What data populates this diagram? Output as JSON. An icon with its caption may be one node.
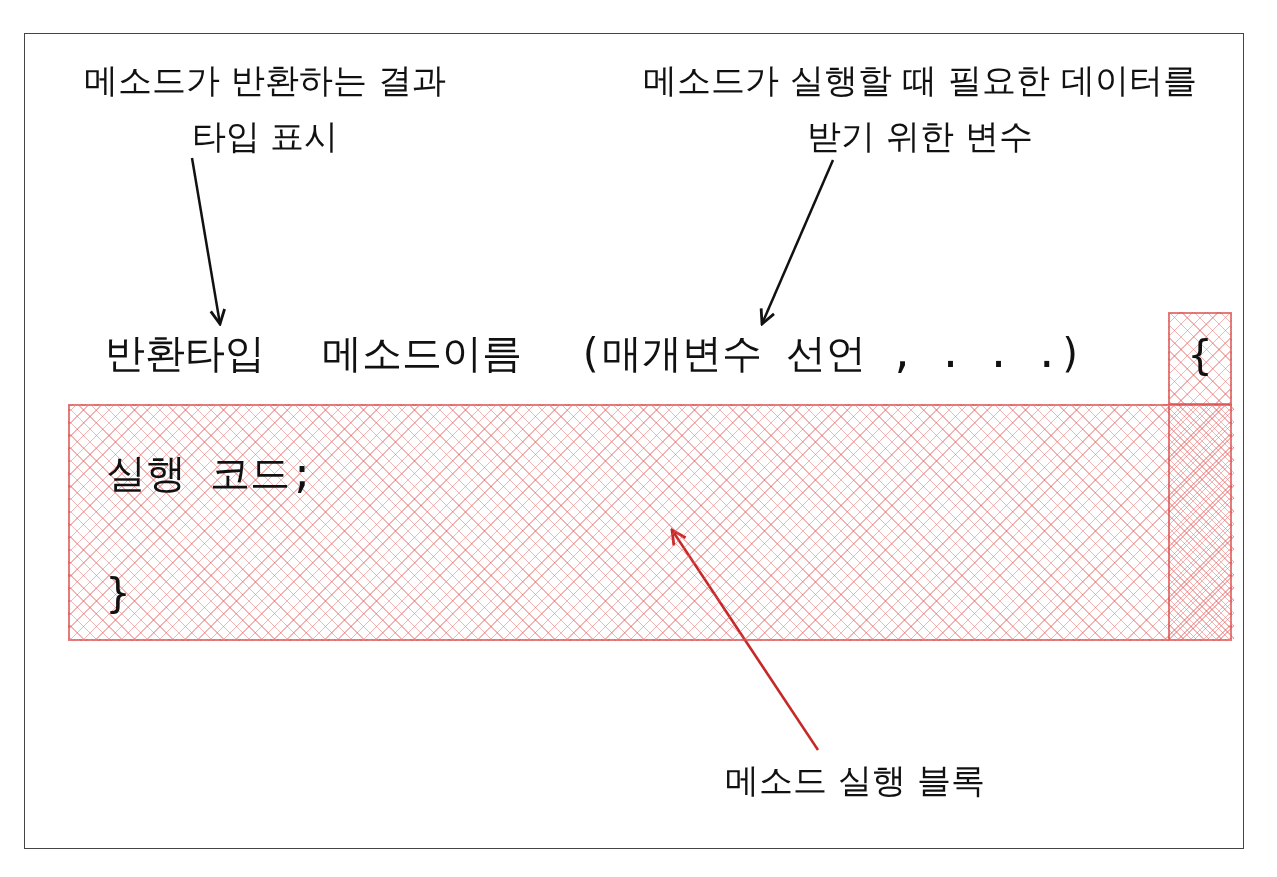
{
  "diagram": {
    "nodes": [
      {
        "text": [
          "메소드가 반환하는 결과 타입 표시"
        ]
      },
      {
        "text": [
          "메소드가 실행할 때 필요한 데이터를 받기 위한 변수"
        ]
      },
      {
        "text": [
          "반환타입"
        ]
      },
      {
        "text": [
          "(매개변수 선언 , . . .)"
        ]
      },
      {
        "text": [
          "{"
        ]
      },
      {
        "text": [
          "실행 코드;",
          "}"
        ]
      },
      {
        "text": [
          "메소드 실행 블록"
        ]
      }
    ],
    "edges": [
      {
        "from": 0,
        "to": 2,
        "arrow": "to"
      },
      {
        "from": 1,
        "to": 3,
        "arrow": "to"
      },
      {
        "from": 6,
        "to": 5,
        "arrow": "to",
        "color": "#c62828"
      }
    ],
    "labels": [
      "메소드이름"
    ]
  }
}
